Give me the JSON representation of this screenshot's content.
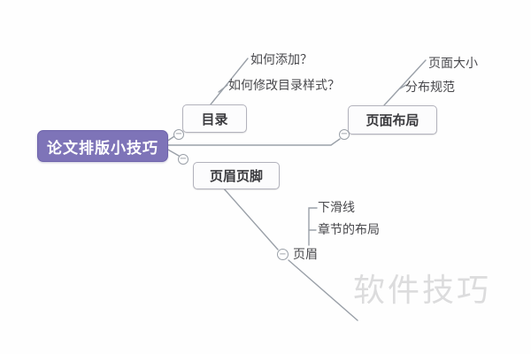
{
  "mindmap": {
    "root": {
      "label": "论文排版小技巧"
    },
    "branches": [
      {
        "label": "目录",
        "children": [
          {
            "label": "如何添加？"
          },
          {
            "label": "如何修改目录样式？"
          }
        ]
      },
      {
        "label": "页面布局",
        "children": [
          {
            "label": "页面大小"
          },
          {
            "label": "分布规范"
          }
        ]
      },
      {
        "label": "页眉页脚",
        "children": [
          {
            "label": "页眉",
            "children": [
              {
                "label": "下滑线"
              },
              {
                "label": "章节的布局"
              }
            ]
          }
        ]
      }
    ]
  },
  "collapse_button": {
    "symbol": "−"
  },
  "watermark": {
    "text": "软件技巧"
  },
  "colors": {
    "root_fill": "#7e74b8",
    "root_text": "#ffffff",
    "node_fill": "#fcfcfd",
    "node_border": "#b2b2bc",
    "node_text": "#3b3b3f",
    "connector": "#9aa0a8",
    "watermark": "#dcdcdd",
    "background": "#fefefe"
  }
}
